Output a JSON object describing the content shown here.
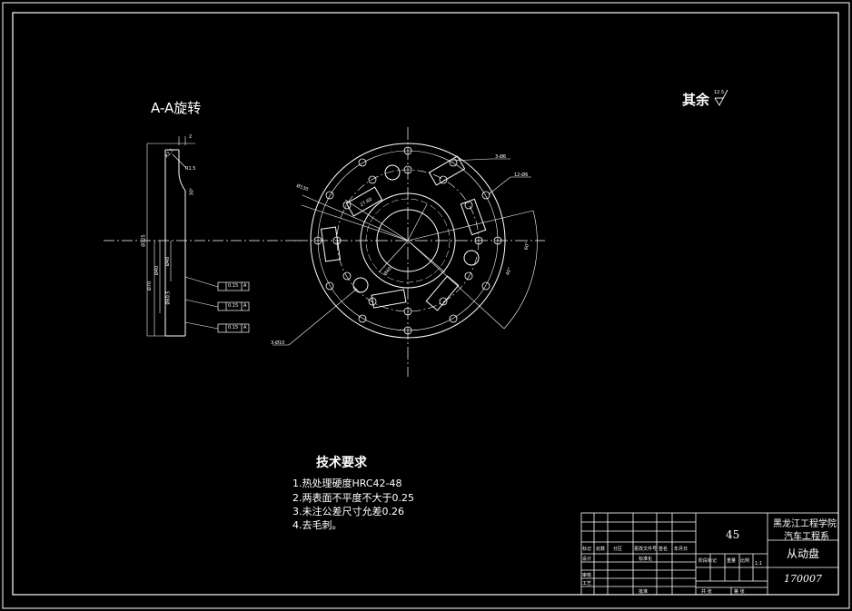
{
  "section_title": "A-A旋转",
  "roughness_note": "其余",
  "roughness_value": "12.5",
  "tech_req": {
    "title": "技术要求",
    "items": [
      "1.热处理硬度HRC42-48",
      "2.两表面不平度不大于0.25",
      "3.未注公差尺寸允差0.26",
      "4.去毛刺。"
    ]
  },
  "left_view": {
    "dims": [
      "2",
      "R2.5",
      "R1.5",
      "30°",
      "Ø125",
      "Ø70",
      "Ø40",
      "Ø48",
      "Ø60.5"
    ],
    "tolerances": [
      "0.15",
      "0.15",
      "0.15"
    ],
    "datum": "A"
  },
  "circle_view": {
    "callouts": [
      "3-Ø6",
      "12-Ø6",
      "Ø130",
      "27.60",
      "Ø40",
      "40°",
      "60°",
      "3-Ø10"
    ]
  },
  "title_block": {
    "material": "45",
    "school": "黑龙江工程学院",
    "department": "汽车工程系",
    "part_name": "从动盘",
    "drawing_no": "170007",
    "row_labels": [
      "标记",
      "处数",
      "分区",
      "更改文件号",
      "签名",
      "年月日"
    ],
    "row_labels_2": [
      "设计",
      "标准化",
      "阶段标记",
      "重量",
      "比例"
    ],
    "row_labels_3": [
      "审核",
      "工艺",
      "批准",
      "共 张",
      "第 张"
    ],
    "scale": "1:1"
  }
}
